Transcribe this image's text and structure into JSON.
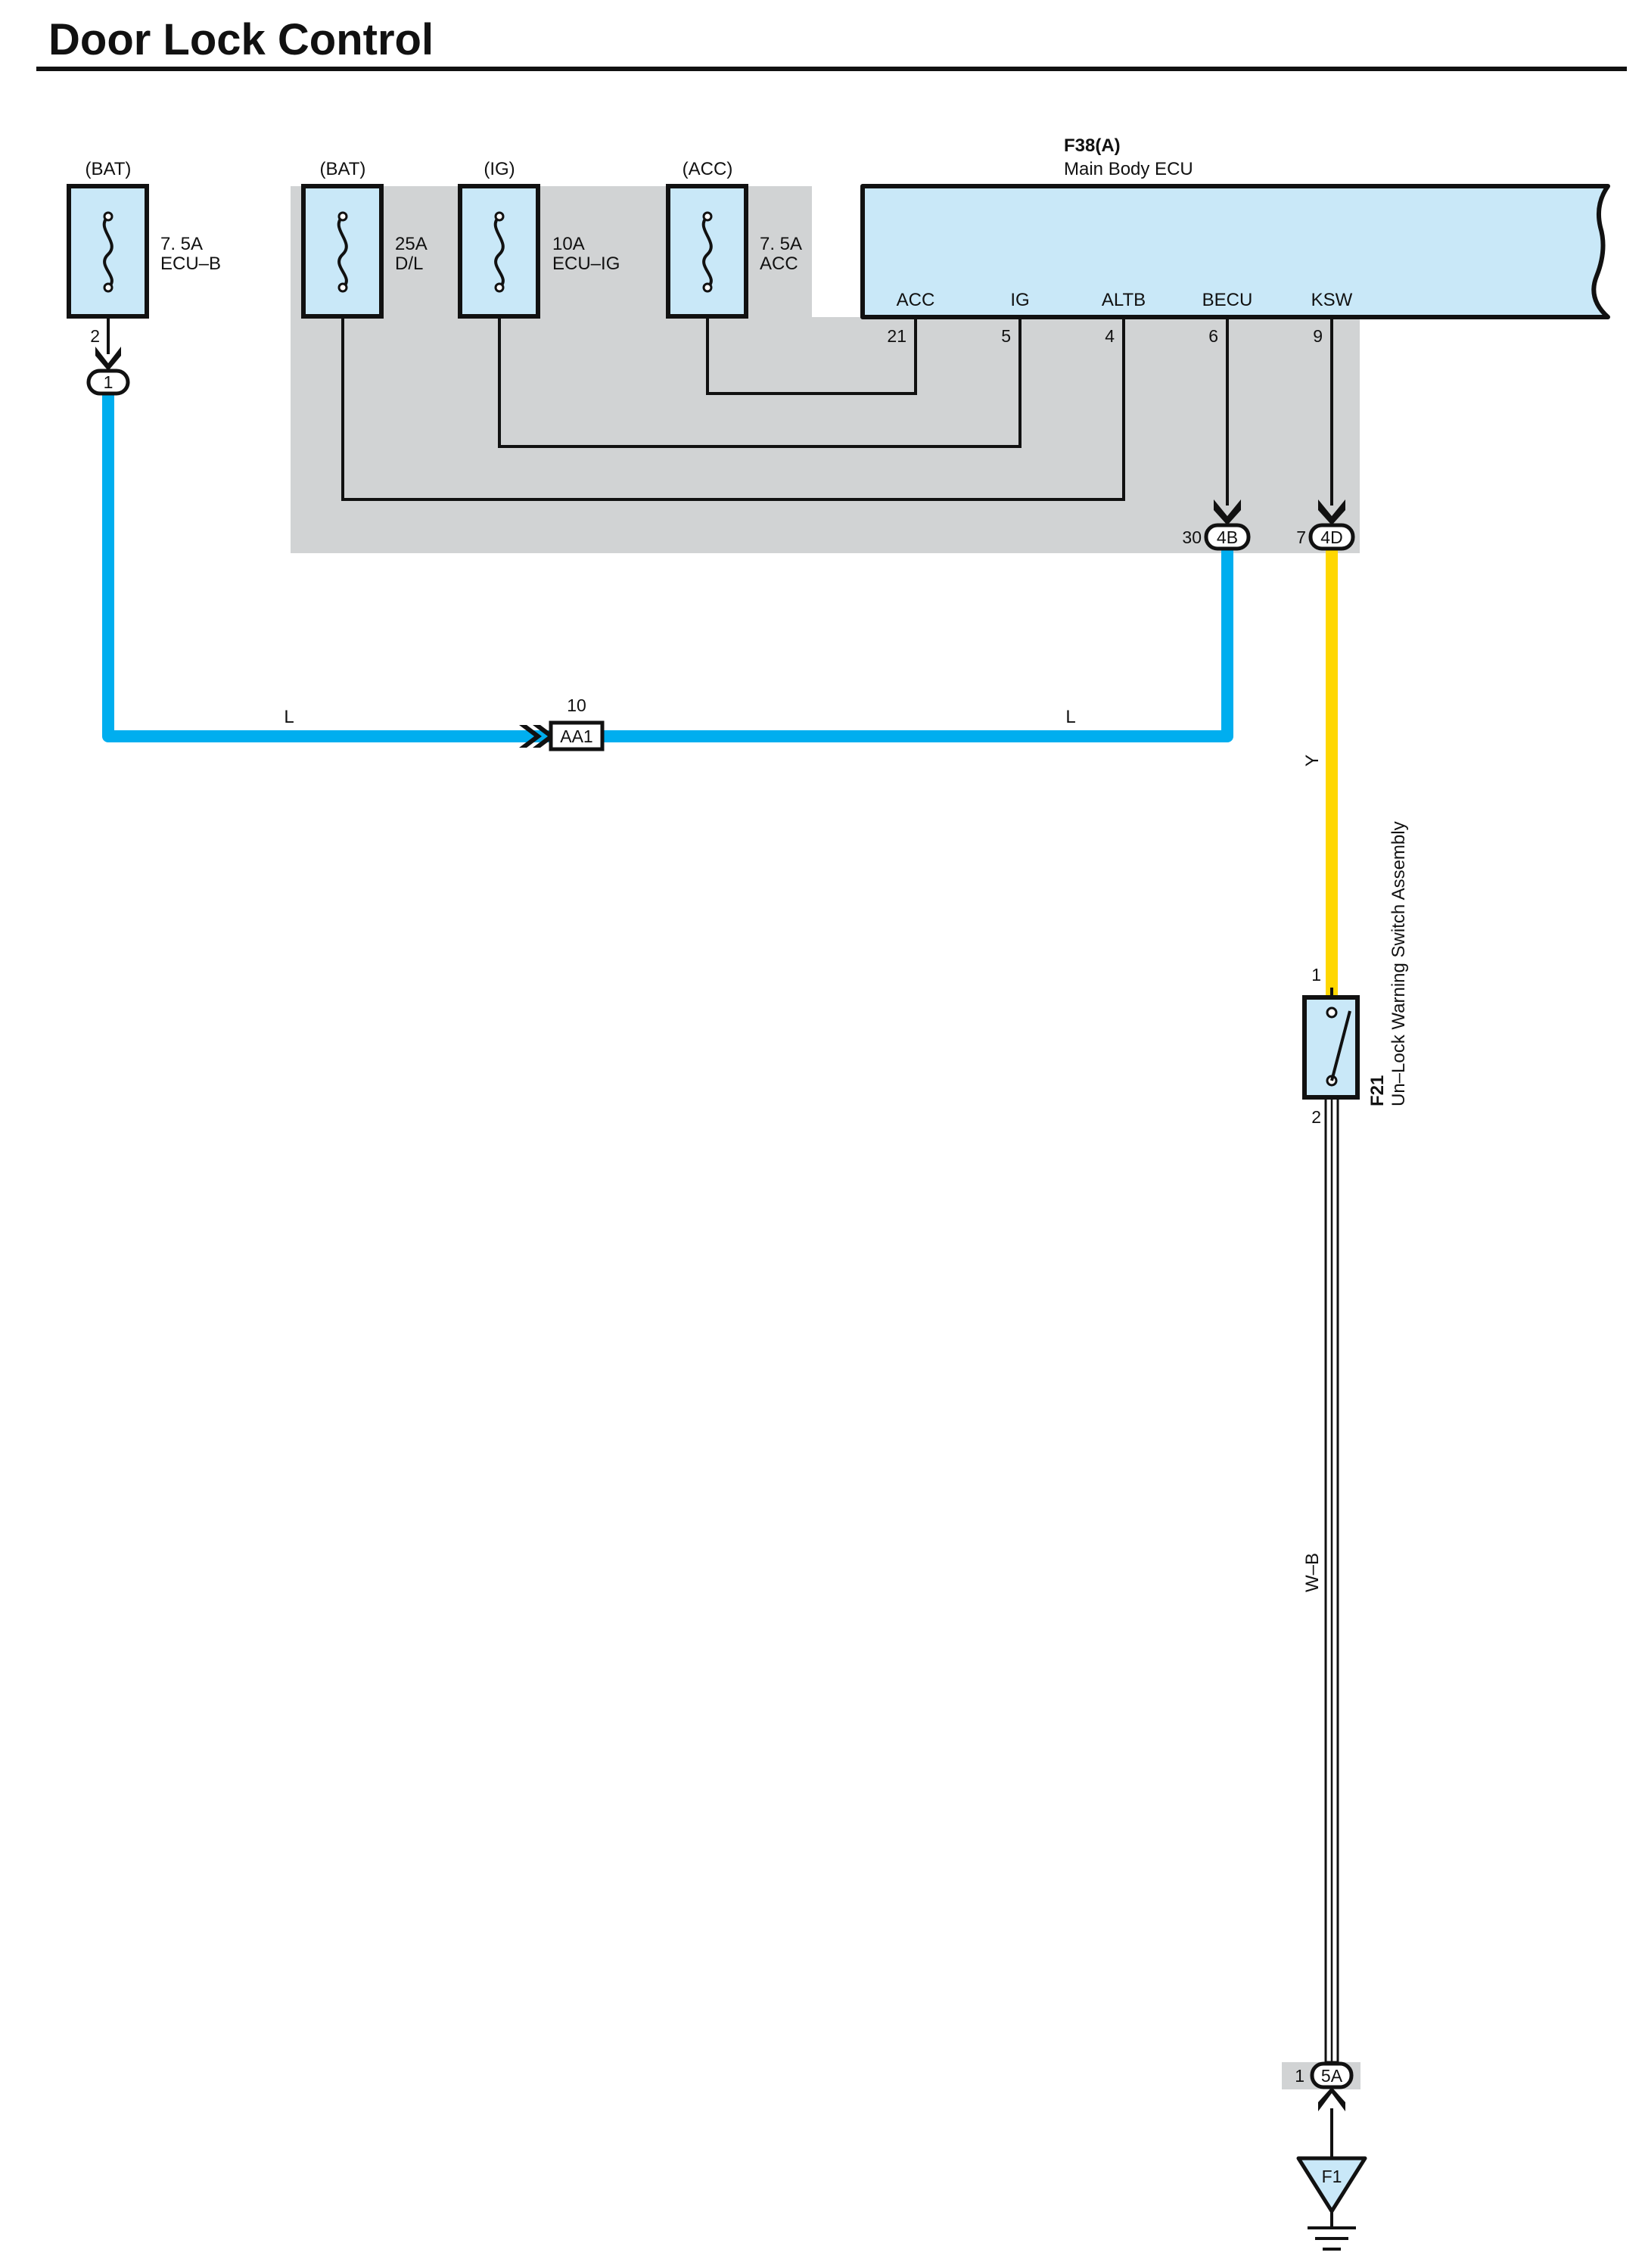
{
  "title": "Door Lock Control",
  "colors": {
    "wire_blue": "#00AEEF",
    "wire_yellow": "#FFD700",
    "box_fill": "#C9E8F8",
    "shade": "#D1D3D4",
    "line": "#111111"
  },
  "fuses": [
    {
      "source": "(BAT)",
      "rating": "7. 5A",
      "name": "ECU–B",
      "pin": "2"
    },
    {
      "source": "(BAT)",
      "rating": "25A",
      "name": "D/L"
    },
    {
      "source": "(IG)",
      "rating": "10A",
      "name": "ECU–IG"
    },
    {
      "source": "(ACC)",
      "rating": "7. 5A",
      "name": "ACC"
    }
  ],
  "ecu": {
    "code": "F38(A)",
    "name": "Main Body ECU",
    "terminals": [
      {
        "label": "ACC",
        "pin": "21"
      },
      {
        "label": "IG",
        "pin": "5"
      },
      {
        "label": "ALTB",
        "pin": "4"
      },
      {
        "label": "BECU",
        "pin": "6"
      },
      {
        "label": "KSW",
        "pin": "9"
      }
    ]
  },
  "connectors": {
    "left": "1",
    "j4b": {
      "pin": "30",
      "label": "4B"
    },
    "j4d": {
      "pin": "7",
      "label": "4D"
    },
    "j5a": {
      "pin": "1",
      "label": "5A"
    }
  },
  "junction": {
    "pin": "10",
    "label": "AA1"
  },
  "wires": {
    "left": "L",
    "right": "L",
    "yellow": "Y",
    "ground": "W–B"
  },
  "switch": {
    "code": "F21",
    "name": "Un–Lock Warning Switch Assembly",
    "pin_top": "1",
    "pin_bottom": "2"
  },
  "ground": {
    "label": "F1"
  }
}
